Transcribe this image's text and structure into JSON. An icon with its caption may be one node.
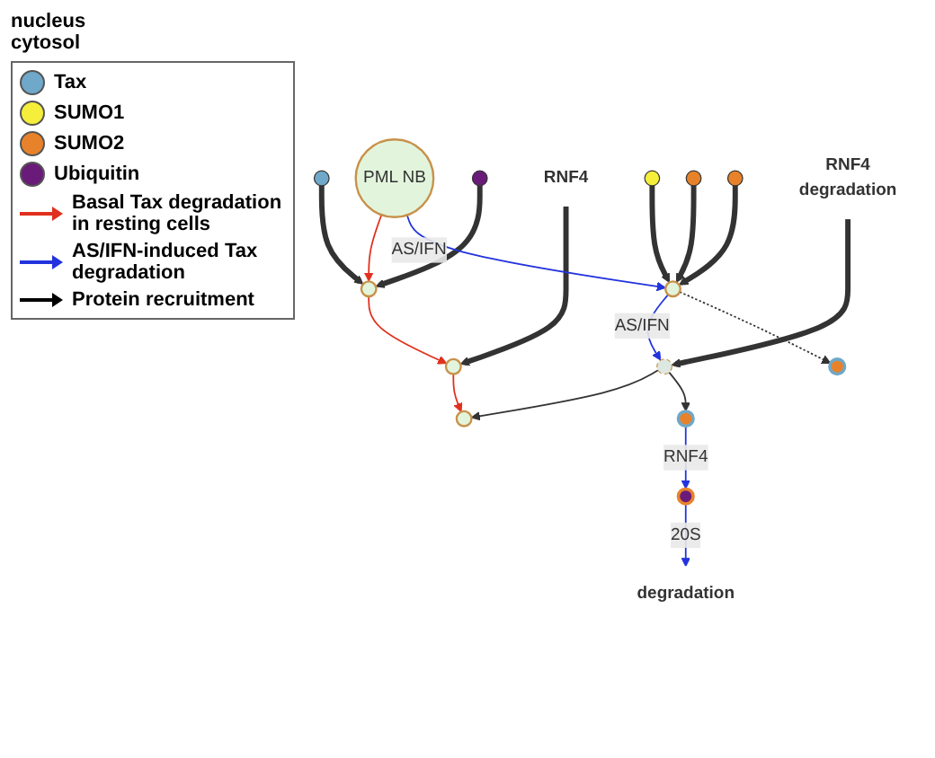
{
  "diagram": {
    "nodes": [
      {
        "text": [
          "PML NB"
        ]
      },
      {
        "text": [],
        "shape": "circle"
      },
      {
        "text": [],
        "shape": "circle"
      },
      {
        "text": [],
        "shape": "circle"
      },
      {
        "text": [],
        "shape": "circle"
      },
      {
        "text": [
          "RNF4"
        ]
      },
      {
        "text": [],
        "shape": "circle"
      },
      {
        "text": [],
        "shape": "circle"
      },
      {
        "text": [],
        "shape": "circle"
      },
      {
        "text": [],
        "shape": "circle"
      },
      {
        "text": [],
        "shape": "circle"
      },
      {
        "text": [],
        "shape": "circle"
      },
      {
        "text": [
          "RNF4",
          "degradation"
        ]
      },
      {
        "text": [],
        "shape": "circle"
      },
      {
        "text": [],
        "shape": "circle"
      },
      {
        "text": [],
        "shape": "circle"
      },
      {
        "text": [
          "degradation"
        ]
      }
    ],
    "edges": [
      {
        "from": 0,
        "to": 2,
        "arrow": "to",
        "color": "#e0301e"
      },
      {
        "from": 1,
        "to": 2,
        "arrow": "to",
        "style": "thick"
      },
      {
        "from": 3,
        "to": 2,
        "arrow": "to",
        "style": "thick"
      },
      {
        "from": 2,
        "to": 4,
        "arrow": "to",
        "color": "#e0301e"
      },
      {
        "from": 5,
        "to": 4,
        "arrow": "to",
        "style": "thick"
      },
      {
        "from": 4,
        "to": 6,
        "arrow": "to",
        "color": "#e0301e"
      },
      {
        "from": 0,
        "to": 10,
        "arrow": "to",
        "label": "AS/IFN",
        "color": "#2233dd"
      },
      {
        "from": 7,
        "to": 10,
        "arrow": "to",
        "style": "thick"
      },
      {
        "from": 8,
        "to": 10,
        "arrow": "to",
        "style": "thick"
      },
      {
        "from": 9,
        "to": 10,
        "arrow": "to",
        "style": "thick"
      },
      {
        "from": 10,
        "to": 11,
        "arrow": "to",
        "label": "AS/IFN",
        "color": "#2233dd"
      },
      {
        "from": 12,
        "to": 11,
        "arrow": "to",
        "style": "thick"
      },
      {
        "from": 11,
        "to": 6,
        "arrow": "to"
      },
      {
        "from": 10,
        "to": 13,
        "arrow": "to",
        "style": "dashed"
      },
      {
        "from": 11,
        "to": 14,
        "arrow": "to"
      },
      {
        "from": 14,
        "to": 15,
        "arrow": "to",
        "label": "RNF4",
        "color": "#2233dd"
      },
      {
        "from": 15,
        "to": 16,
        "arrow": "to",
        "label": "20S",
        "color": "#2233dd"
      }
    ],
    "labels": [
      "nucleus",
      "cytosol"
    ],
    "legend": [
      {
        "text": "Tax",
        "color": "#6fa8c8"
      },
      {
        "text": "SUMO1",
        "color": "#f5ee3a"
      },
      {
        "text": "SUMO2",
        "color": "#e8822a"
      },
      {
        "text": "Ubiquitin",
        "color": "#6a1b7a"
      },
      {
        "text": "Basal Tax degradation in resting cells"
      },
      {
        "text": "AS/IFN-induced Tax degradation"
      },
      {
        "text": "Protein recruitment"
      }
    ]
  }
}
